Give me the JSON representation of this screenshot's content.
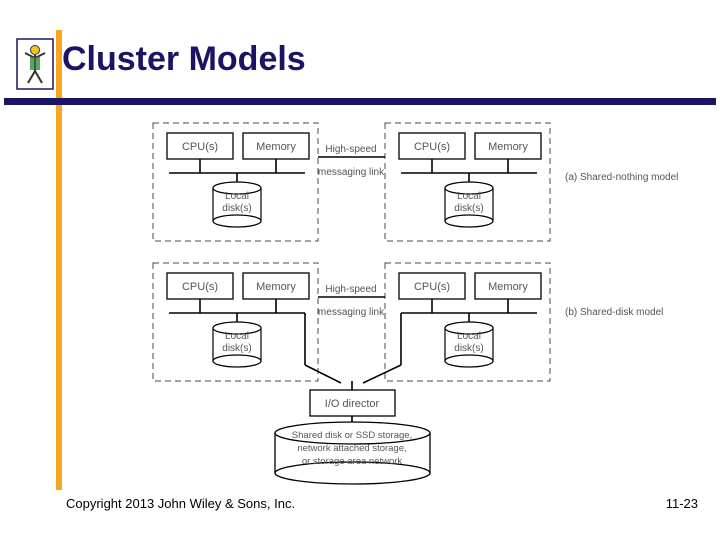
{
  "slide": {
    "title": "Cluster Models",
    "accent_navy": "#1b1464",
    "accent_gold": "#f5a623"
  },
  "footer": {
    "copyright": "Copyright 2013 John Wiley & Sons, Inc.",
    "page": "11-23"
  },
  "figure": {
    "caption_a": "(a) Shared-nothing model",
    "caption_b": "(b) Shared-disk model",
    "link_line1": "High-speed",
    "link_line2": "messaging link",
    "node_a_left": {
      "cpu": "CPU(s)",
      "memory": "Memory",
      "disk_line1": "Local",
      "disk_line2": "disk(s)"
    },
    "node_a_right": {
      "cpu": "CPU(s)",
      "memory": "Memory",
      "disk_line1": "Local",
      "disk_line2": "disk(s)"
    },
    "node_b_left": {
      "cpu": "CPU(s)",
      "memory": "Memory",
      "disk_line1": "Local",
      "disk_line2": "disk(s)"
    },
    "node_b_right": {
      "cpu": "CPU(s)",
      "memory": "Memory",
      "disk_line1": "Local",
      "disk_line2": "disk(s)"
    },
    "io_director": "I/O director",
    "storage_line1": "Shared disk or SSD storage,",
    "storage_line2": "network attached storage,",
    "storage_line3": "or storage area network"
  }
}
